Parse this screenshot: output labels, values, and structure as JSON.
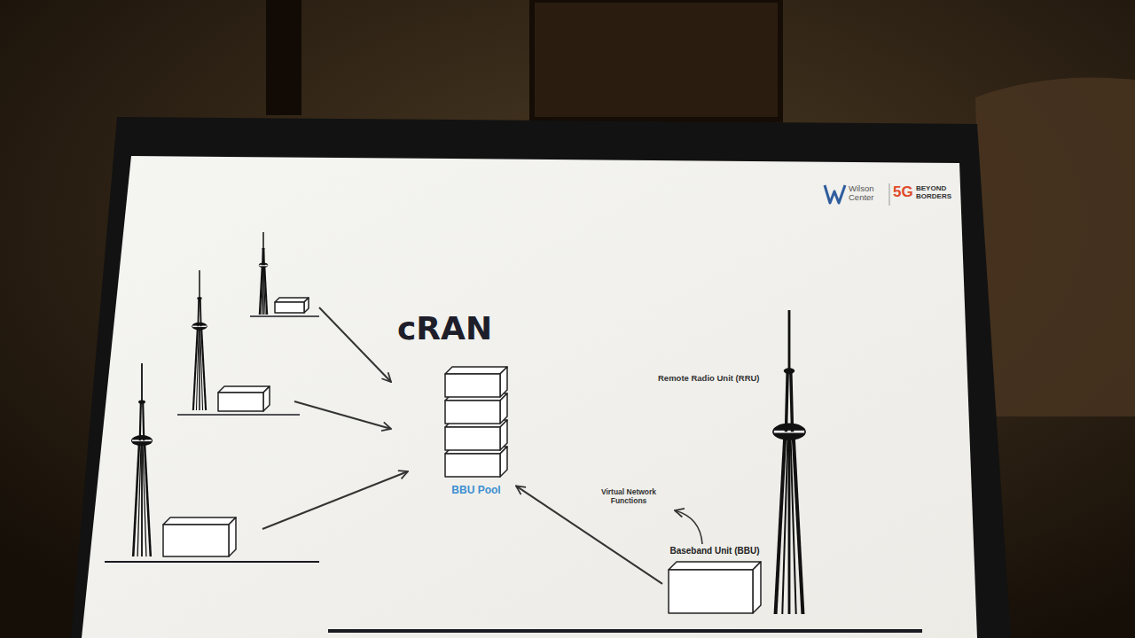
{
  "diagram": {
    "title": "cRAN",
    "nodes": [
      {
        "text": [
          "BBU Pool"
        ]
      },
      {
        "text": [
          "Baseband Unit (BBU)"
        ]
      }
    ],
    "edges": [
      {
        "from": 1,
        "to": 0,
        "arrow": "to"
      }
    ],
    "labels": [
      "Remote Radio Unit (RRU)",
      "Virtual Network Functions",
      "Wilson Center",
      "5G",
      "BEYOND BORDERS"
    ]
  }
}
